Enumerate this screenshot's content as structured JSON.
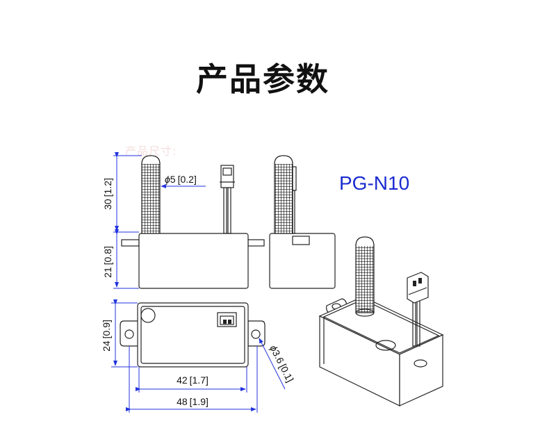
{
  "title": "产品参数",
  "watermark": "产品尺寸:",
  "model": "PG-N10",
  "dimensions": {
    "probe_diameter": "5",
    "probe_diameter_in": "0.2",
    "probe_height": "30",
    "probe_height_in": "1.2",
    "body_height": "21",
    "body_height_in": "0.8",
    "body_depth": "24",
    "body_depth_in": "0.9",
    "inner_width": "42",
    "inner_width_in": "1.7",
    "total_width": "48",
    "total_width_in": "1.9",
    "hole_diameter": "3.6",
    "hole_diameter_in": "0.1"
  },
  "colors": {
    "dimension": "#2233dd",
    "outline": "#222222",
    "model_text": "#1a2bd0"
  }
}
